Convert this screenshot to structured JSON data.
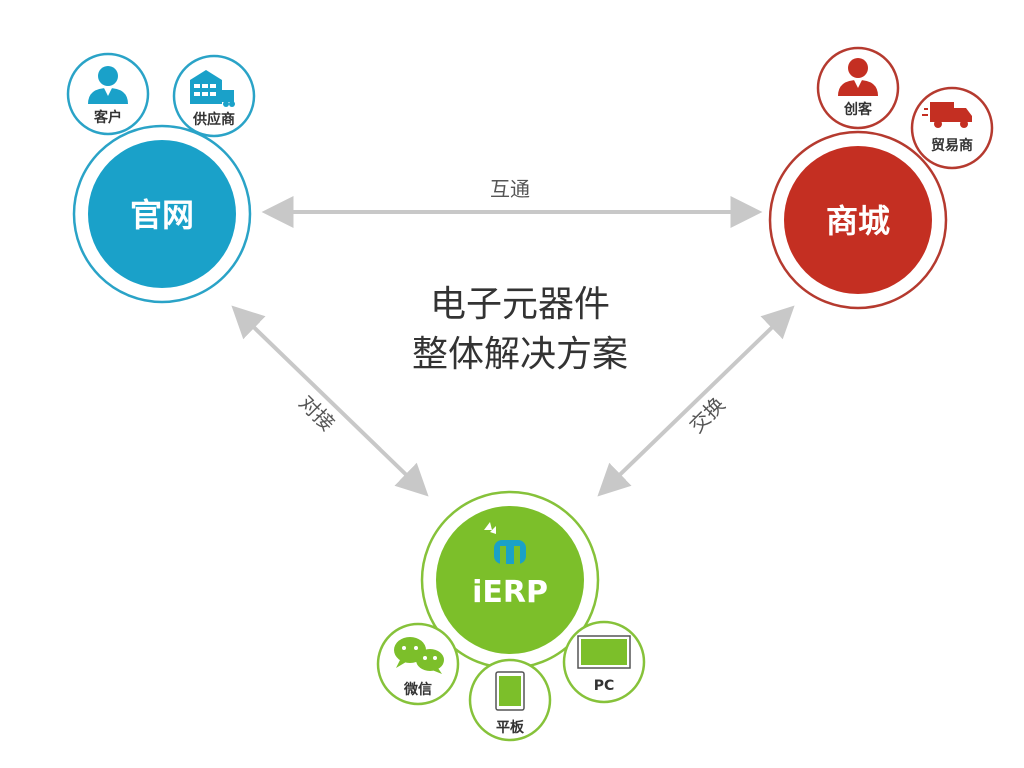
{
  "center_title": {
    "line1": "电子元器件",
    "line2": "整体解决方案"
  },
  "nodes": {
    "website": {
      "label": "官网",
      "color": "#1aa1c9",
      "ring_color": "#2aa3c7",
      "satellites": [
        {
          "label": "客户",
          "icon": "person-icon"
        },
        {
          "label": "供应商",
          "icon": "warehouse-truck-icon"
        }
      ]
    },
    "mall": {
      "label": "商城",
      "color": "#c42f22",
      "ring_color": "#b53a2f",
      "satellites": [
        {
          "label": "创客",
          "icon": "person-icon"
        },
        {
          "label": "贸易商",
          "icon": "delivery-truck-icon"
        }
      ]
    },
    "ierp": {
      "label": "iERP",
      "color": "#7cbf2a",
      "ring_color": "#86c23a",
      "satellites": [
        {
          "label": "微信",
          "icon": "wechat-icon"
        },
        {
          "label": "平板",
          "icon": "tablet-icon"
        },
        {
          "label": "PC",
          "icon": "monitor-icon"
        }
      ]
    }
  },
  "connections": {
    "website_mall": "互通",
    "website_ierp": "对接",
    "mall_ierp": "交换"
  },
  "colors": {
    "arrow": "#c8c8c8",
    "center_text": "#333333",
    "label_text": "#555555"
  }
}
